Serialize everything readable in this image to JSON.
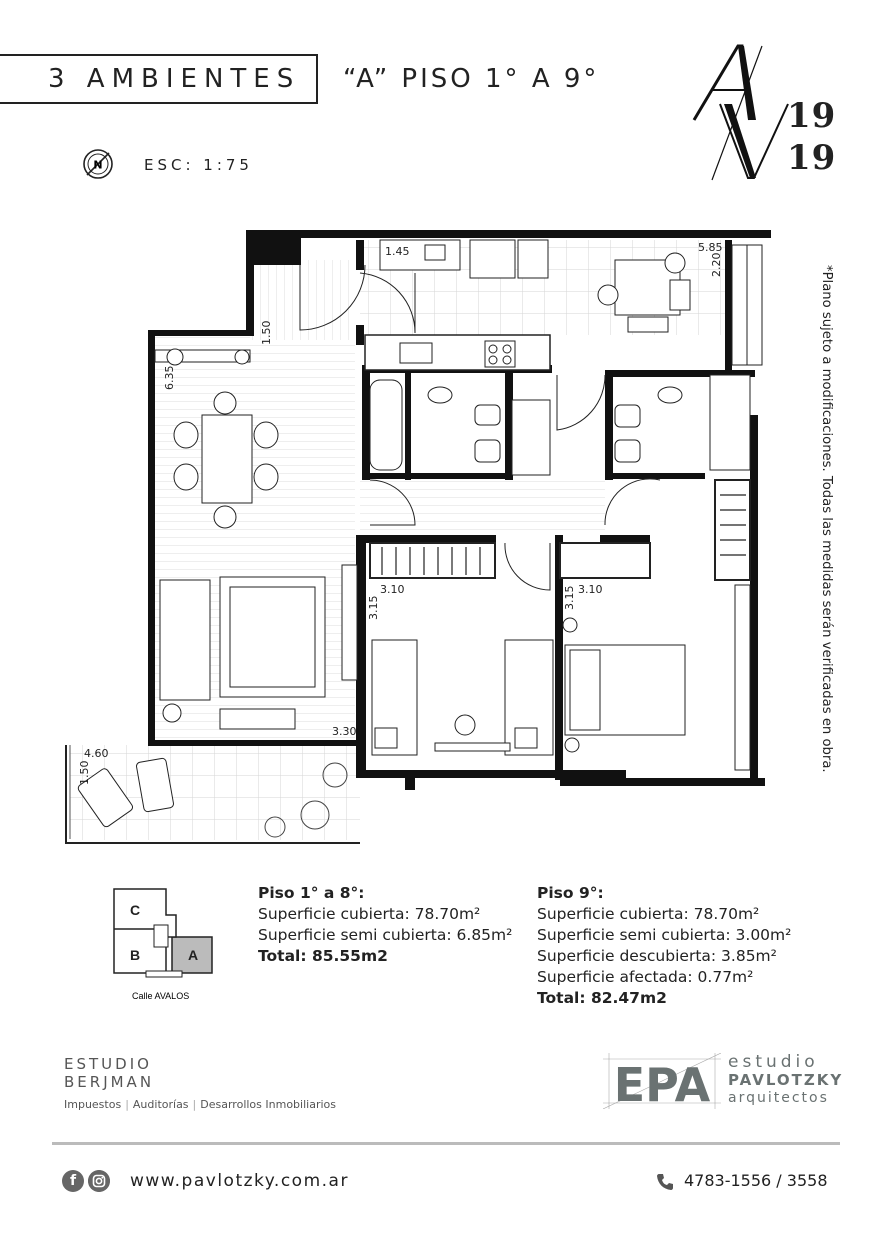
{
  "header": {
    "title": "3 AMBIENTES",
    "subtitle": "“A” PISO 1° A 9°",
    "scale": "ESC: 1:75"
  },
  "logo": {
    "letters": "AV",
    "num_top": "19",
    "num_bottom": "19"
  },
  "note": "*Plano sujeto a modificaciones. Todas las medidas serán verificadas en obra.",
  "plan": {
    "dimensions": [
      "1.45",
      "5.85",
      "2.20",
      "1.50",
      "6.35",
      "3.10",
      "3.15",
      "3.15",
      "3.10",
      "3.30",
      "4.60",
      "1.50"
    ]
  },
  "keyplan": {
    "units": [
      "C",
      "B",
      "A"
    ],
    "street": "Calle AVALOS",
    "highlighted": "A"
  },
  "areas": {
    "left": {
      "heading": "Piso 1° a 8°:",
      "lines": [
        "Superficie cubierta: 78.70m²",
        "Superficie semi cubierta: 6.85m²"
      ],
      "total": "Total: 85.55m2"
    },
    "right": {
      "heading": "Piso 9°:",
      "lines": [
        "Superficie cubierta: 78.70m²",
        "Superficie semi cubierta: 3.00m²",
        "Superficie descubierta: 3.85m²",
        "Superficie afectada: 0.77m²"
      ],
      "total": "Total: 82.47m2"
    }
  },
  "footer": {
    "berjman_line1": "ESTUDIO",
    "berjman_line2": "BERJMAN",
    "berjman_tags": [
      "Impuestos",
      "Auditorías",
      "Desarrollos Inmobiliarios"
    ],
    "epa_letters": "EPA",
    "epa_line1": "estudio",
    "epa_line2": "PAVLOTZKY",
    "epa_line3": "arquitectos",
    "website": "www.pavlotzky.com.ar",
    "phone": "4783-1556 / 3558",
    "social_icons": [
      "facebook-icon",
      "instagram-icon"
    ]
  }
}
